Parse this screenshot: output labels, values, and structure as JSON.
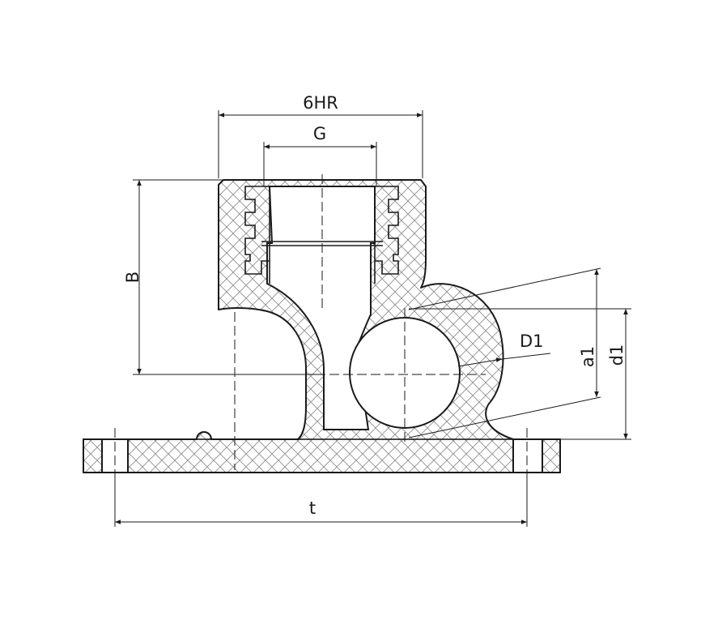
{
  "labels": {
    "width_6hr": "6HR",
    "thread_g": "G",
    "height_b": "B",
    "diameter_d1": "D1",
    "dim_a1": "a1",
    "dim_d1": "d1",
    "spacing_t": "t"
  }
}
